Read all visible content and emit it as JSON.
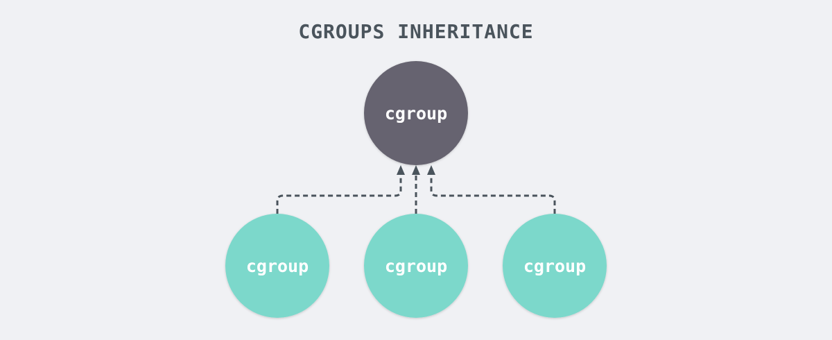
{
  "title": "CGROUPS INHERITANCE",
  "colors": {
    "background": "#f0f1f4",
    "title": "#4a545c",
    "parent_fill": "#66646f",
    "child_fill": "#7cd8cb",
    "node_text": "#ffffff",
    "connector": "#4a545c"
  },
  "nodes": {
    "parent": {
      "label": "cgroup"
    },
    "children": [
      {
        "label": "cgroup"
      },
      {
        "label": "cgroup"
      },
      {
        "label": "cgroup"
      }
    ]
  }
}
